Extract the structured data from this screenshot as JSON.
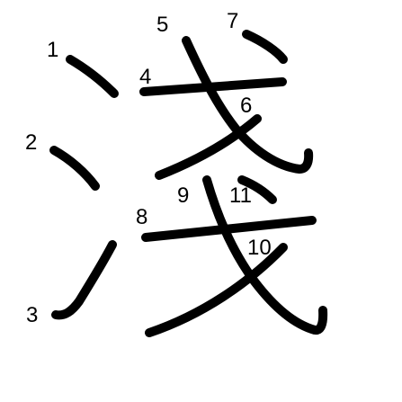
{
  "character": "淺",
  "stroke_count": 11,
  "stroke_numbers": [
    "1",
    "2",
    "3",
    "4",
    "5",
    "6",
    "7",
    "8",
    "9",
    "10",
    "11"
  ],
  "colors": {
    "background": "#ffffff",
    "stroke": "#000000"
  }
}
